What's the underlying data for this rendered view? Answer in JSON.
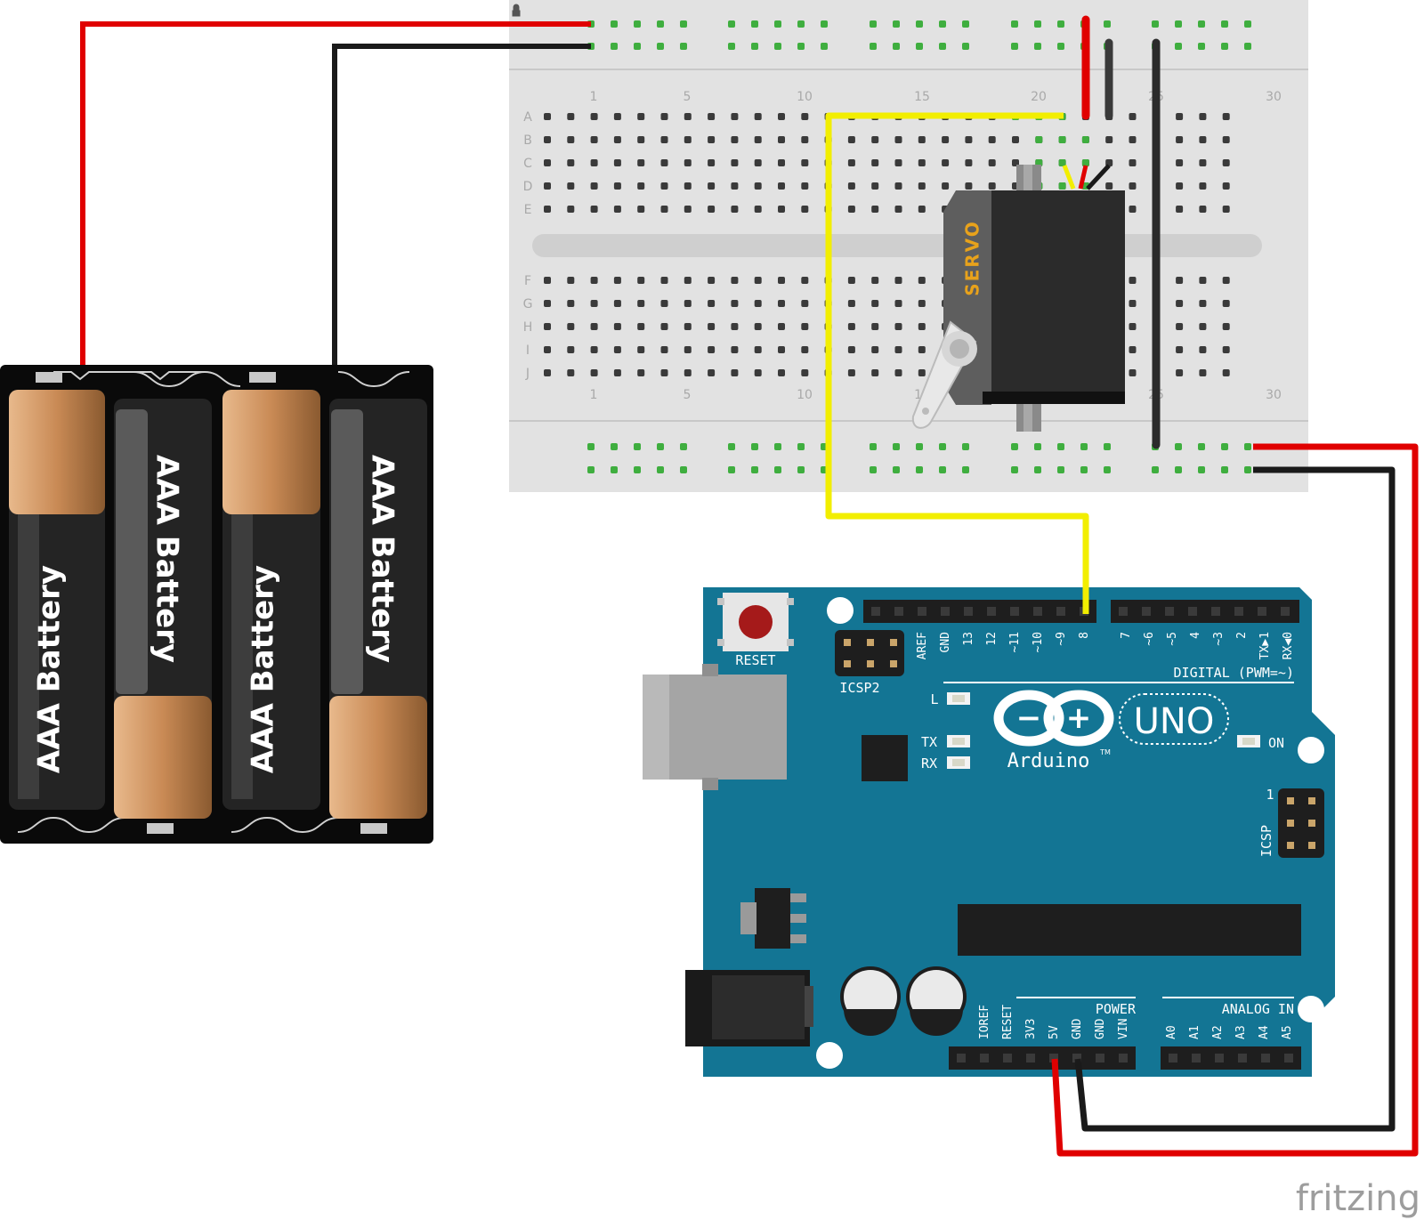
{
  "breadboard": {
    "column_numbers": [
      "1",
      "5",
      "10",
      "15",
      "20",
      "25",
      "30"
    ],
    "row_letters_top": [
      "A",
      "B",
      "C",
      "D",
      "E"
    ],
    "row_letters_bottom": [
      "F",
      "G",
      "H",
      "I",
      "J"
    ]
  },
  "battery_pack": {
    "cells": [
      "AAA Battery",
      "AAA Battery",
      "AAA Battery",
      "AAA Battery"
    ]
  },
  "servo": {
    "label": "SERVO"
  },
  "arduino": {
    "reset_label": "RESET",
    "icsp2_label": "ICSP2",
    "icsp_label": "ICSP",
    "icsp_pin1": "1",
    "led_l": "L",
    "led_tx": "TX",
    "led_rx": "RX",
    "led_on": "ON",
    "logo_minus": "−",
    "logo_plus": "+",
    "brand": "Arduino",
    "trademark": "TM",
    "model": "UNO",
    "digital_label": "DIGITAL (PWM=~)",
    "power_label": "POWER",
    "analog_label": "ANALOG IN",
    "digital_pins_left": [
      "AREF",
      "GND",
      "13",
      "12",
      "~11",
      "~10",
      "~9",
      "8"
    ],
    "digital_pins_right": [
      "7",
      "~6",
      "~5",
      "4",
      "~3",
      "2",
      "TX▶1",
      "RX◀0"
    ],
    "power_pins": [
      "IOREF",
      "RESET",
      "3V3",
      "5V",
      "GND",
      "GND",
      "VIN"
    ],
    "analog_pins": [
      "A0",
      "A1",
      "A2",
      "A3",
      "A4",
      "A5"
    ]
  },
  "colors": {
    "wire_red": "#e00000",
    "wire_black": "#1a1a1a",
    "wire_yellow": "#f2ee00",
    "board_teal": "#137594",
    "breadboard": "#e2e2e2"
  },
  "watermark": "fritzing"
}
